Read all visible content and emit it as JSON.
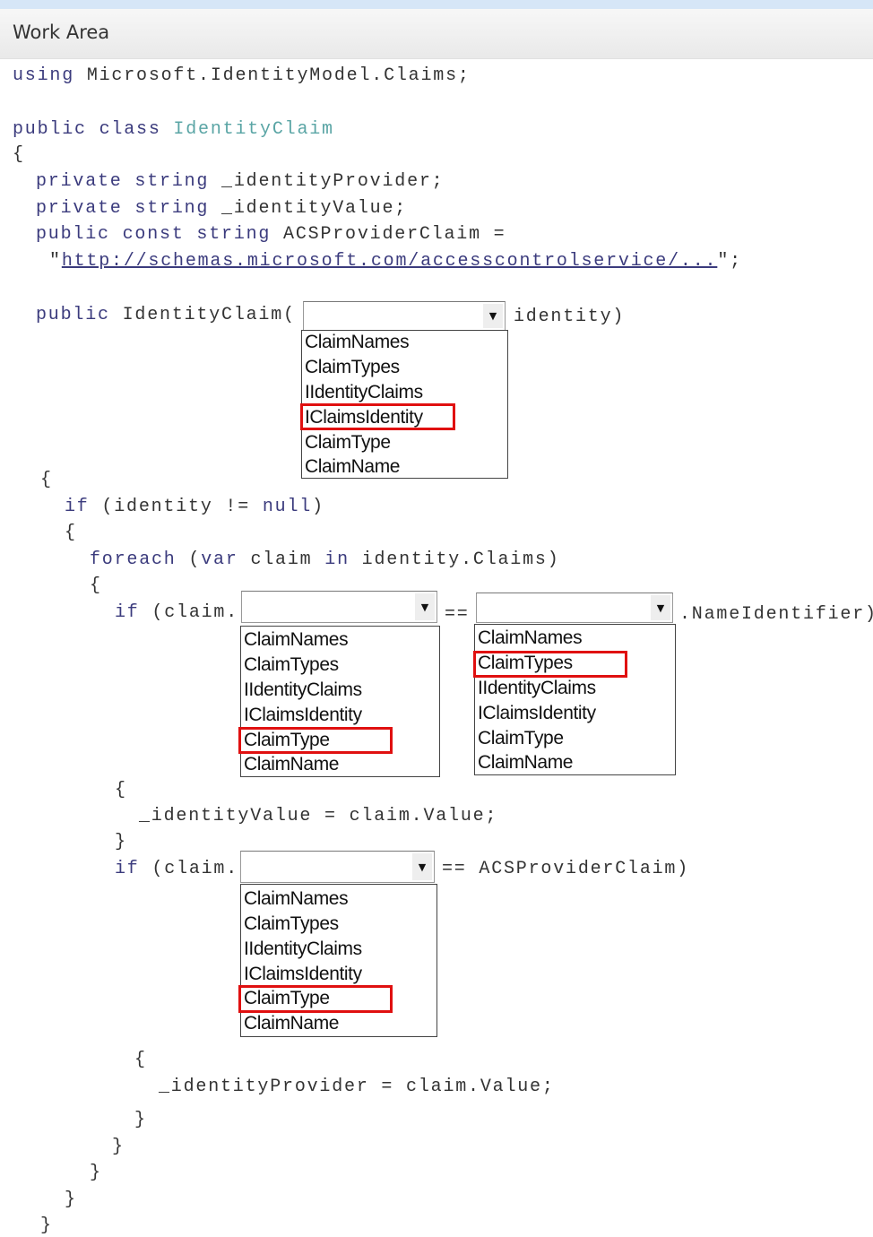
{
  "header": {
    "title": "Work Area"
  },
  "code": {
    "l1": [
      "using",
      " Microsoft.IdentityModel.Claims;"
    ],
    "l2": [
      "public class",
      " IdentityClaim"
    ],
    "l3": [
      "{"
    ],
    "l4": [
      "private string",
      " _identityProvider;"
    ],
    "l5": [
      "private string",
      " _identityValue;"
    ],
    "l6": [
      "public const string",
      " ACSProviderClaim ="
    ],
    "l7": [
      "\"",
      "http://schemas.microsoft.com/accesscontrolservice/...",
      "\";"
    ],
    "l8": [
      "public",
      " IdentityClaim(",
      "identity)"
    ],
    "l9": [
      "{"
    ],
    "l10": [
      "if",
      " (identity != ",
      "null",
      ")"
    ],
    "l11": [
      "{"
    ],
    "l12": [
      "foreach",
      " (",
      "var",
      " claim ",
      "in",
      " identity.Claims)"
    ],
    "l13": [
      "{"
    ],
    "l14": [
      "if",
      " (claim.",
      "==",
      ".NameIdentifier)"
    ],
    "l15": [
      "{"
    ],
    "l16": [
      "_identityValue = claim.Value;"
    ],
    "l17": [
      "}"
    ],
    "l18": [
      "if",
      " (claim.",
      "== ACSProviderClaim)"
    ],
    "l19": [
      "{"
    ],
    "l20": [
      "_identityProvider = claim.Value;"
    ],
    "l21": [
      "}"
    ],
    "l22": [
      "}"
    ],
    "l23": [
      "}"
    ],
    "l24": [
      "}"
    ],
    "l25": [
      "}"
    ]
  },
  "dropdowns": [
    {
      "value": "",
      "options": [
        "ClaimNames",
        "ClaimTypes",
        "IIdentityClaims",
        "IClaimsIdentity",
        "ClaimType",
        "ClaimName"
      ],
      "highlighted": "IClaimsIdentity"
    },
    {
      "value": "",
      "options": [
        "ClaimNames",
        "ClaimTypes",
        "IIdentityClaims",
        "IClaimsIdentity",
        "ClaimType",
        "ClaimName"
      ],
      "highlighted": "ClaimType"
    },
    {
      "value": "",
      "options": [
        "ClaimNames",
        "ClaimTypes",
        "IIdentityClaims",
        "IClaimsIdentity",
        "ClaimType",
        "ClaimName"
      ],
      "highlighted": "ClaimTypes"
    },
    {
      "value": "",
      "options": [
        "ClaimNames",
        "ClaimTypes",
        "IIdentityClaims",
        "IClaimsIdentity",
        "ClaimType",
        "ClaimName"
      ],
      "highlighted": "ClaimType"
    }
  ],
  "colors": {
    "highlight": "#e01010",
    "keyword": "#3b3b7d",
    "type": "#5aa5a5"
  }
}
